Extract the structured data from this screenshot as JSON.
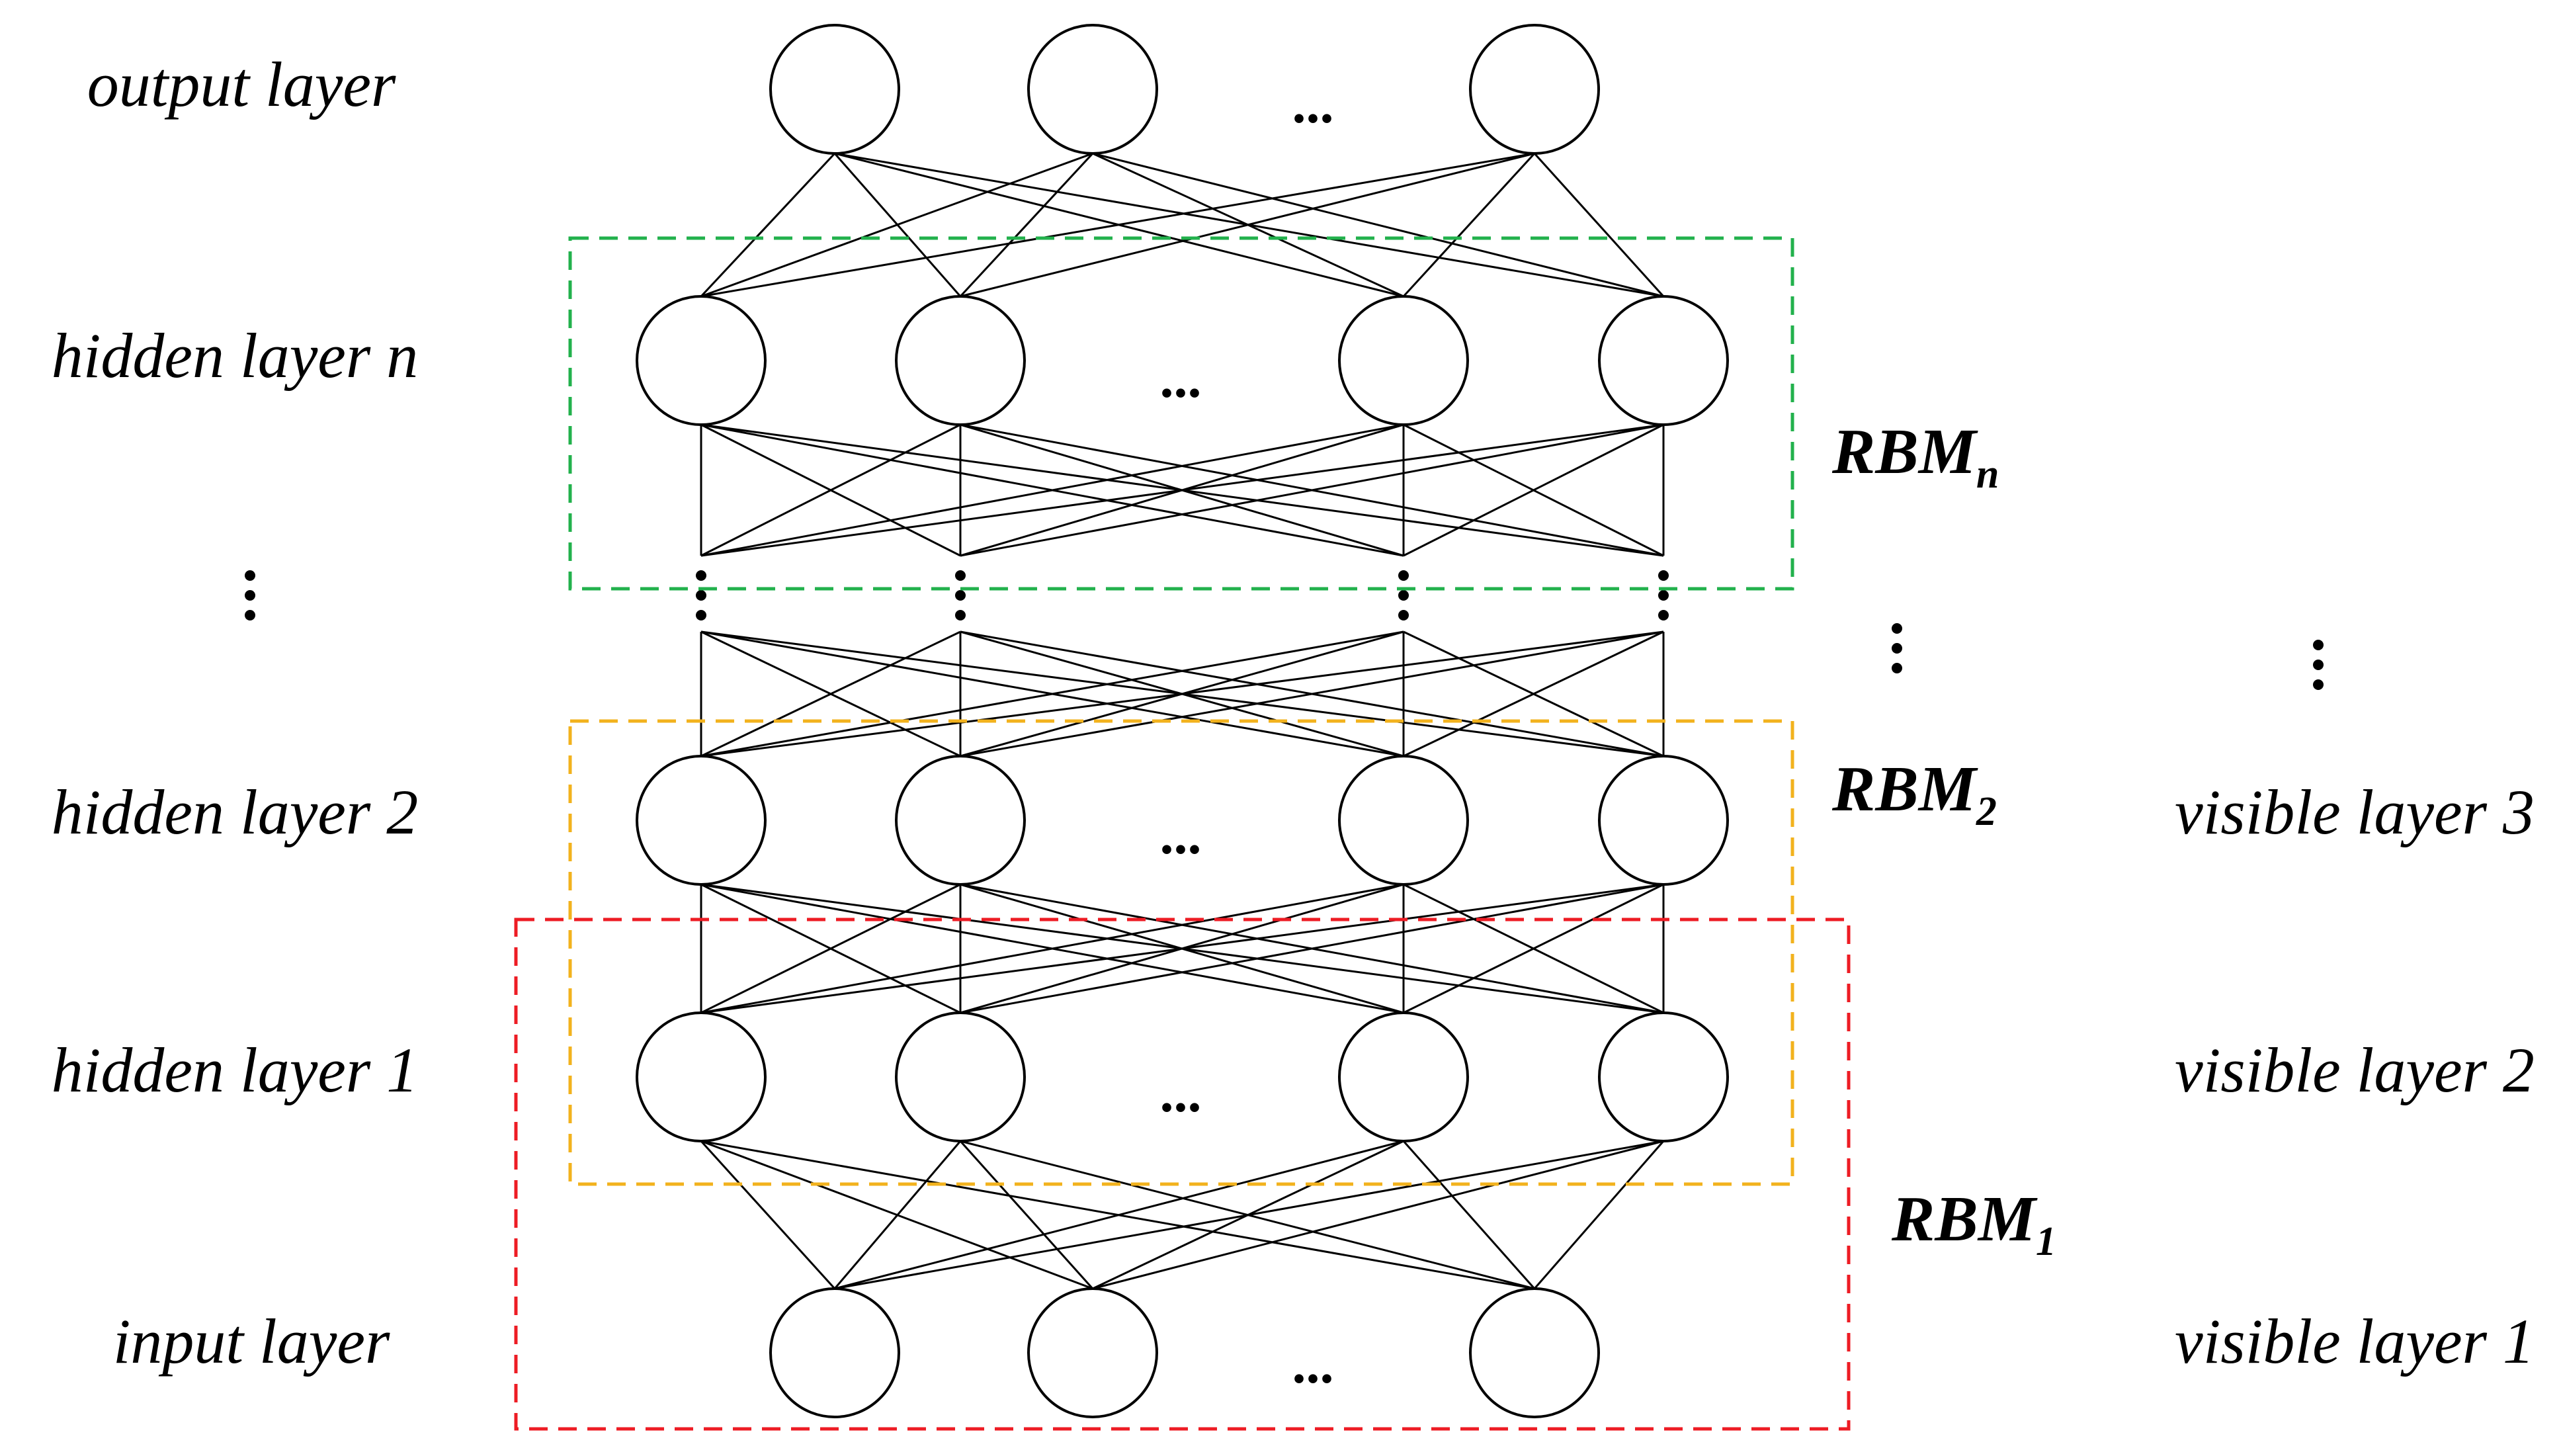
{
  "left_labels": {
    "output": "output layer",
    "hidden_n": "hidden layer n",
    "hidden_2": "hidden layer 2",
    "hidden_1": "hidden layer 1",
    "input": "input layer"
  },
  "right_labels": {
    "visible_3": "visible layer 3",
    "visible_2": "visible layer 2",
    "visible_1": "visible layer 1"
  },
  "rbm": {
    "n": {
      "main": "RBM",
      "sub": "n",
      "color": "#22b14c"
    },
    "two": {
      "main": "RBM",
      "sub": "2",
      "color": "#f2b21d"
    },
    "one": {
      "main": "RBM",
      "sub": "1",
      "color": "#ed1c24"
    }
  },
  "ellipsis": "..."
}
